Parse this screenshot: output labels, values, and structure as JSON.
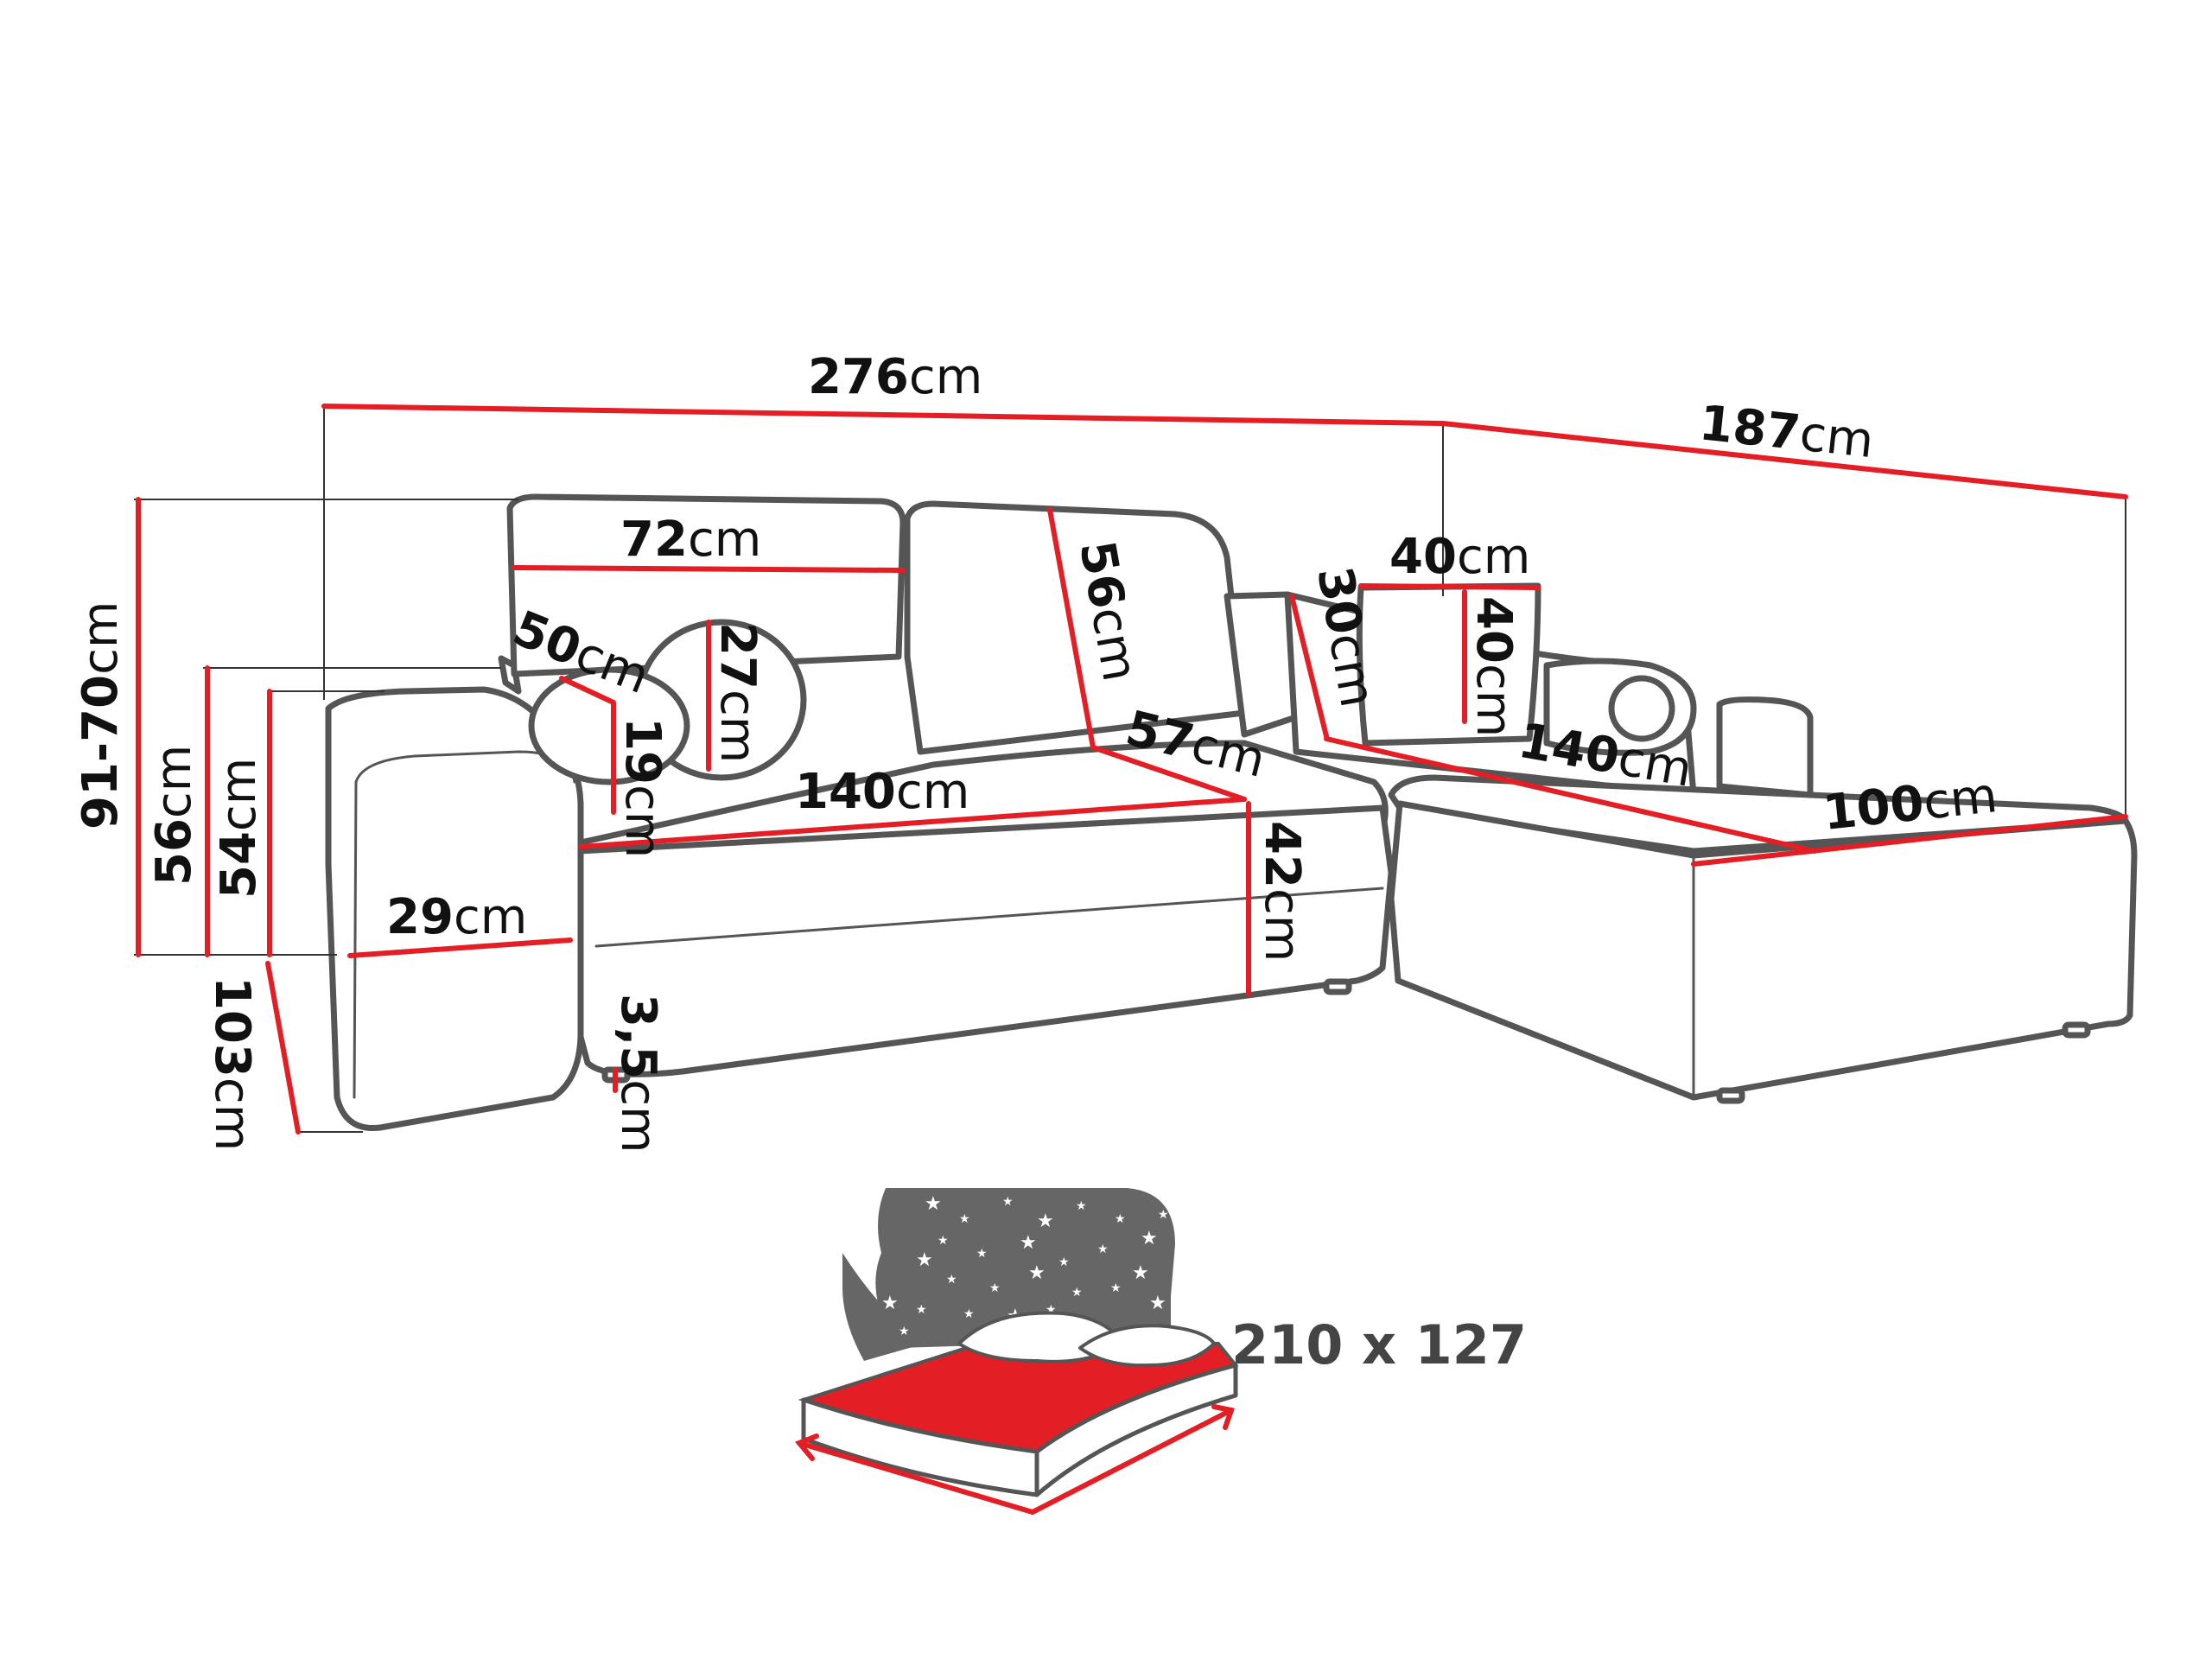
{
  "colors": {
    "dimension_line": "#e31e24",
    "outline": "#555555",
    "bed_mattress": "#e31e24",
    "bed_backdrop": "#666666"
  },
  "dimensions": {
    "total_width": {
      "number": "276",
      "unit": "cm"
    },
    "chaise_length": {
      "number": "187",
      "unit": "cm"
    },
    "height_total": {
      "number": "91-70",
      "unit": "cm"
    },
    "height_back": {
      "number": "56",
      "unit": "cm"
    },
    "height_armrest": {
      "number": "54",
      "unit": "cm"
    },
    "depth": {
      "number": "103",
      "unit": "cm"
    },
    "backrest_width": {
      "number": "72",
      "unit": "cm"
    },
    "backrest_height": {
      "number": "56",
      "unit": "cm"
    },
    "bolster_length": {
      "number": "50",
      "unit": "cm"
    },
    "bolster_diameter": {
      "number": "19",
      "unit": "cm"
    },
    "pillow_height": {
      "number": "27",
      "unit": "cm"
    },
    "seat_width": {
      "number": "140",
      "unit": "cm"
    },
    "seat_depth": {
      "number": "57",
      "unit": "cm"
    },
    "seat_height": {
      "number": "42",
      "unit": "cm"
    },
    "armrest_width": {
      "number": "29",
      "unit": "cm"
    },
    "leg_height": {
      "number": "3,5",
      "unit": "cm"
    },
    "cushion_height": {
      "number": "30",
      "unit": "cm"
    },
    "cushion_width": {
      "number": "40",
      "unit": "cm"
    },
    "cushion_depth": {
      "number": "40",
      "unit": "cm"
    },
    "chaise_seat_width": {
      "number": "140",
      "unit": "cm"
    },
    "chaise_width": {
      "number": "100",
      "unit": "cm"
    }
  },
  "bed": {
    "size_label": "210 x 127",
    "backdrop_icon": "starry-night-icon",
    "pillow_icon": "pillow-icon"
  }
}
